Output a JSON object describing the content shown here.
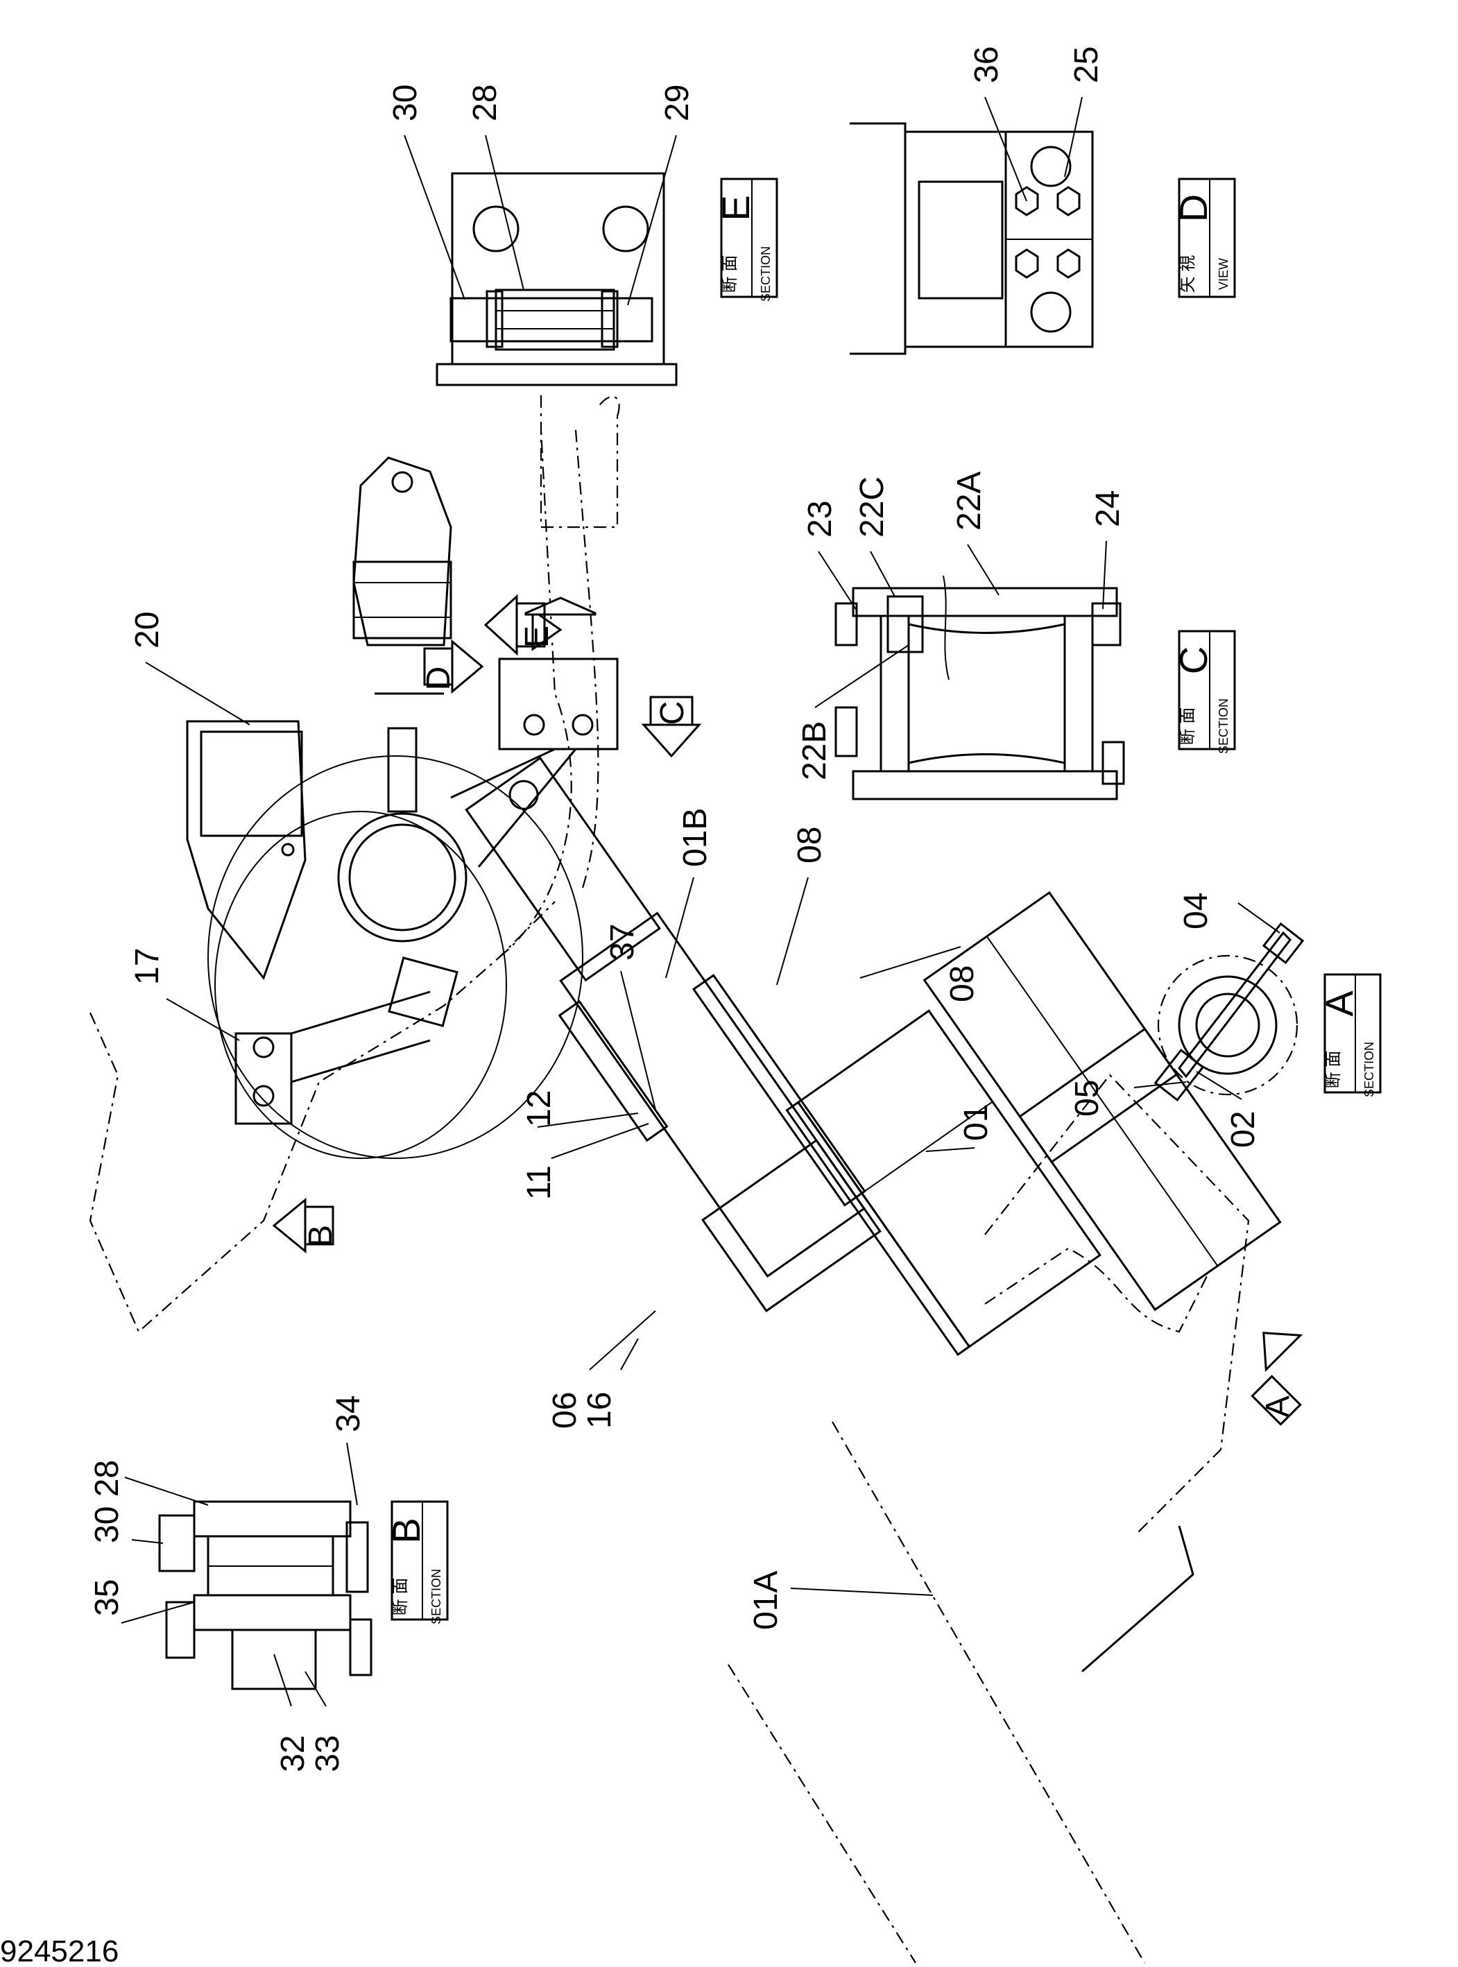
{
  "document_id": "9245216",
  "part_labels": [
    "30",
    "28",
    "29",
    "36",
    "25",
    "23",
    "22C",
    "22A",
    "24",
    "22B",
    "20",
    "17",
    "01B",
    "08",
    "08",
    "37",
    "12",
    "11",
    "01",
    "04",
    "05",
    "02",
    "06",
    "16",
    "01A",
    "34",
    "30 28",
    "35",
    "32",
    "33"
  ],
  "view_markers": {
    "b": "B",
    "c": "C",
    "d": "D",
    "e": "E",
    "a": "A"
  },
  "section_boxes": [
    {
      "letter": "E",
      "jp": "断 面",
      "en": "SECTION"
    },
    {
      "letter": "D",
      "jp": "矢 視",
      "en": "VIEW"
    },
    {
      "letter": "C",
      "jp": "断 面",
      "en": "SECTION"
    },
    {
      "letter": "A",
      "jp": "断 面",
      "en": "SECTION"
    },
    {
      "letter": "B",
      "jp": "断 面",
      "en": "SECTION"
    }
  ]
}
